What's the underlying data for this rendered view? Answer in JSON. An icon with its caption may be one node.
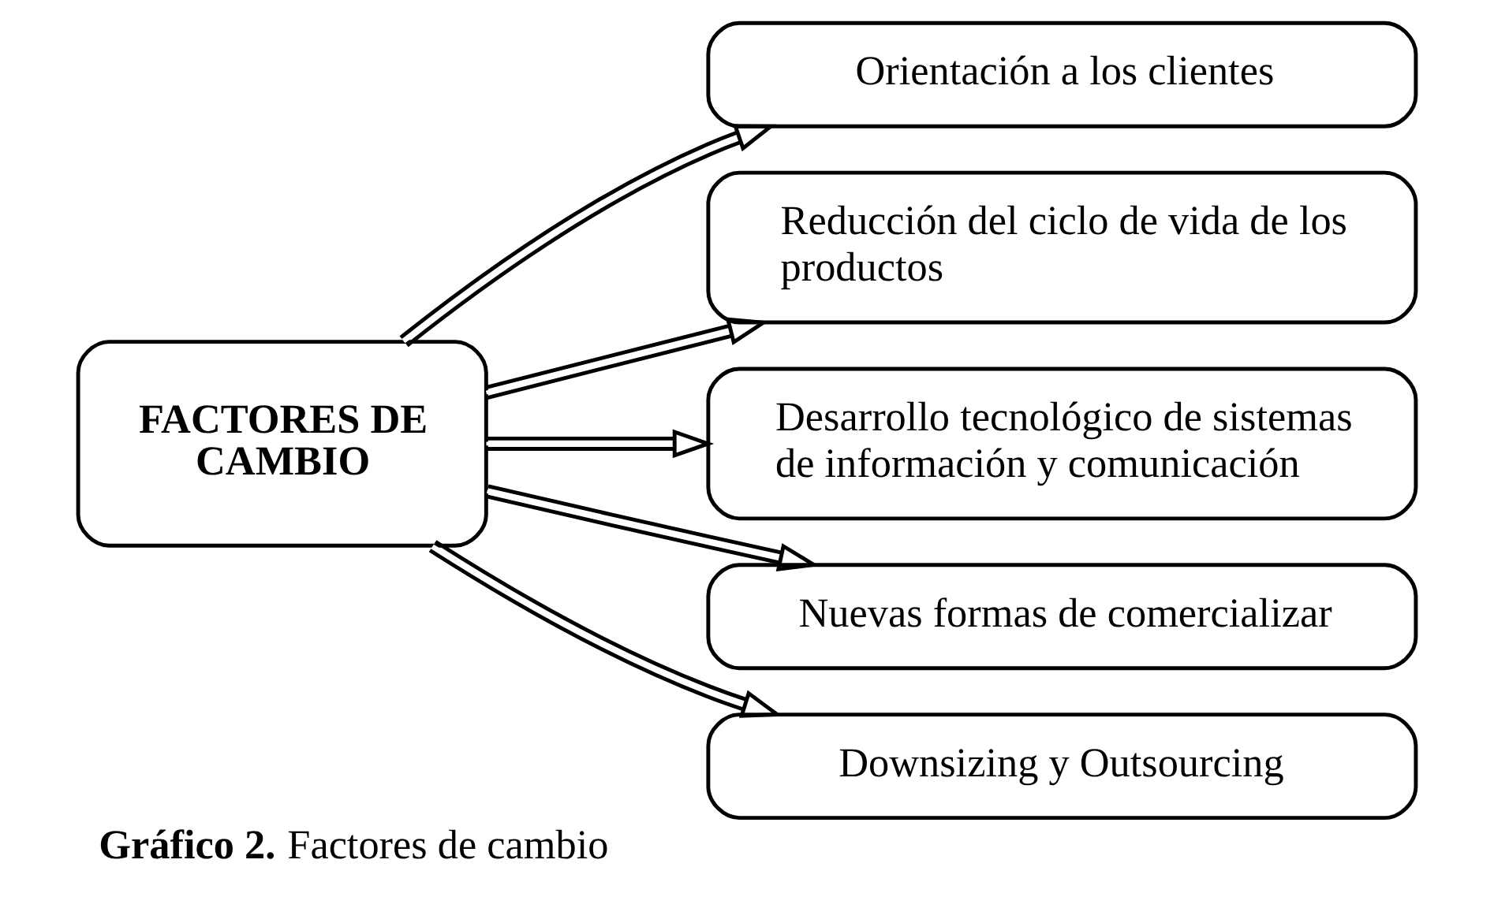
{
  "diagram": {
    "caption": "**Gráfico 2.** Factores de cambio",
    "nodes": [
      {
        "text": [
          "FACTORES DE CAMBIO"
        ]
      },
      {
        "text": [
          "Orientación a los clientes"
        ]
      },
      {
        "text": [
          "Reducción del ciclo de vida de los productos"
        ]
      },
      {
        "text": [
          "Desarrollo tecnológico de sistemas de información y comunicación"
        ]
      },
      {
        "text": [
          "Nuevas formas de comercializar"
        ]
      },
      {
        "text": [
          "Downsizing y Outsourcing"
        ]
      }
    ],
    "edges": [
      {
        "from": 0,
        "to": 1,
        "arrow": "to"
      },
      {
        "from": 0,
        "to": 2,
        "arrow": "to"
      },
      {
        "from": 0,
        "to": 3,
        "arrow": "to"
      },
      {
        "from": 0,
        "to": 4,
        "arrow": "to"
      },
      {
        "from": 0,
        "to": 5,
        "arrow": "to"
      }
    ]
  }
}
